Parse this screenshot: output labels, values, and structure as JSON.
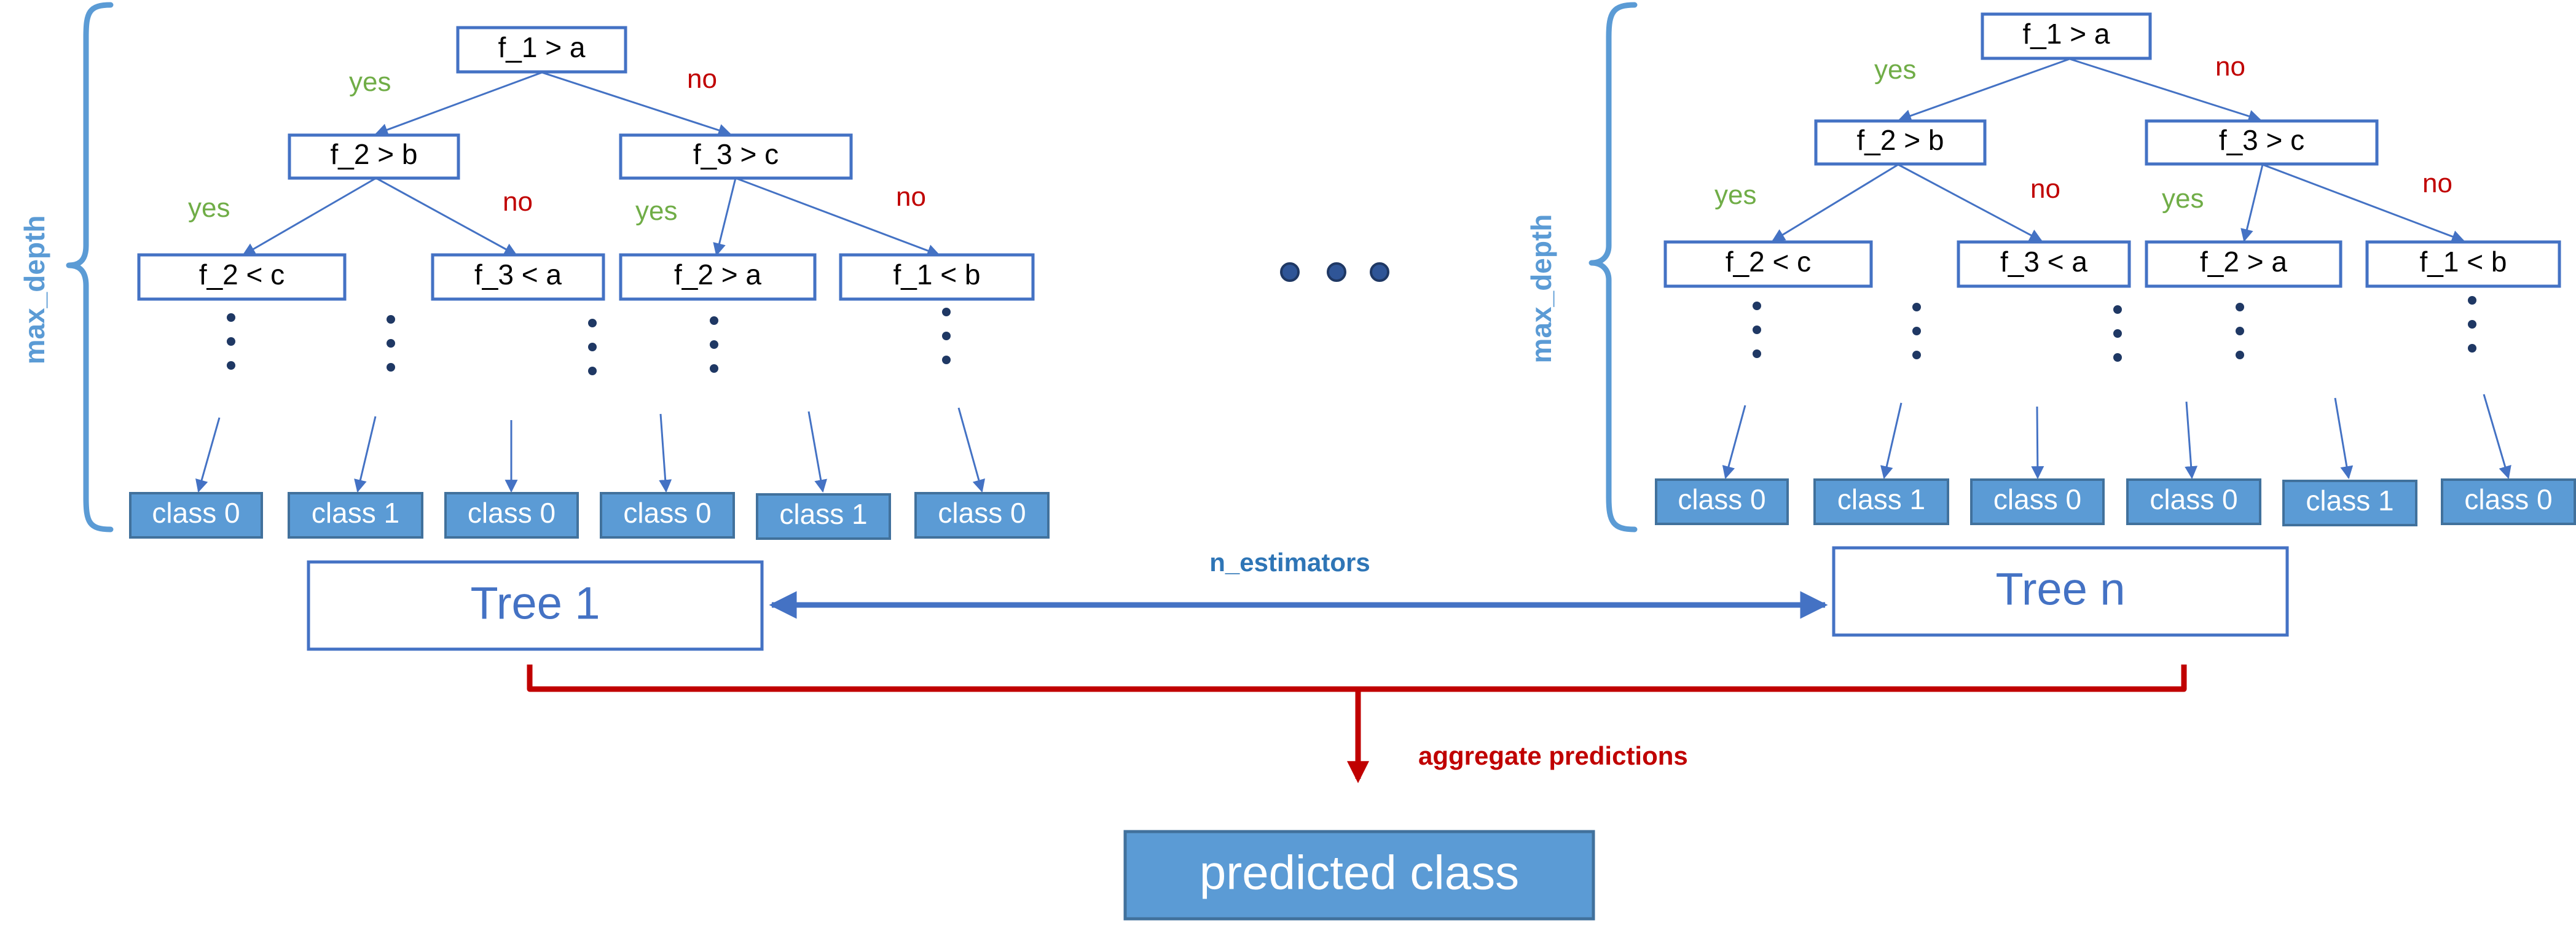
{
  "trees": [
    {
      "depth_label": "max_depth",
      "root": "f_1 > a",
      "level1": [
        "f_2 > b",
        "f_3 > c"
      ],
      "level2": [
        "f_2 < c",
        "f_3 < a",
        "f_2 > a",
        "f_1 < b"
      ],
      "branch_labels": [
        "yes",
        "no",
        "yes",
        "no",
        "yes",
        "no"
      ],
      "leaves": [
        "class 0",
        "class 1",
        "class 0",
        "class 0",
        "class 1",
        "class 0"
      ],
      "name": "Tree 1"
    },
    {
      "depth_label": "max_depth",
      "root": "f_1 > a",
      "level1": [
        "f_2 > b",
        "f_3 > c"
      ],
      "level2": [
        "f_2 < c",
        "f_3 < a",
        "f_2 > a",
        "f_1 < b"
      ],
      "branch_labels": [
        "yes",
        "no",
        "yes",
        "no",
        "yes",
        "no"
      ],
      "leaves": [
        "class 0",
        "class 1",
        "class 0",
        "class 0",
        "class 1",
        "class 0"
      ],
      "name": "Tree n"
    }
  ],
  "n_estimators_label": "n_estimators",
  "aggregate_label": "aggregate predictions",
  "result_label": "predicted class",
  "colors": {
    "node_border": "#4472c4",
    "leaf_fill": "#5b9bd5",
    "yes": "#70ad47",
    "no": "#c00000",
    "aggregate": "#c00000",
    "estimators": "#2e75b6"
  }
}
